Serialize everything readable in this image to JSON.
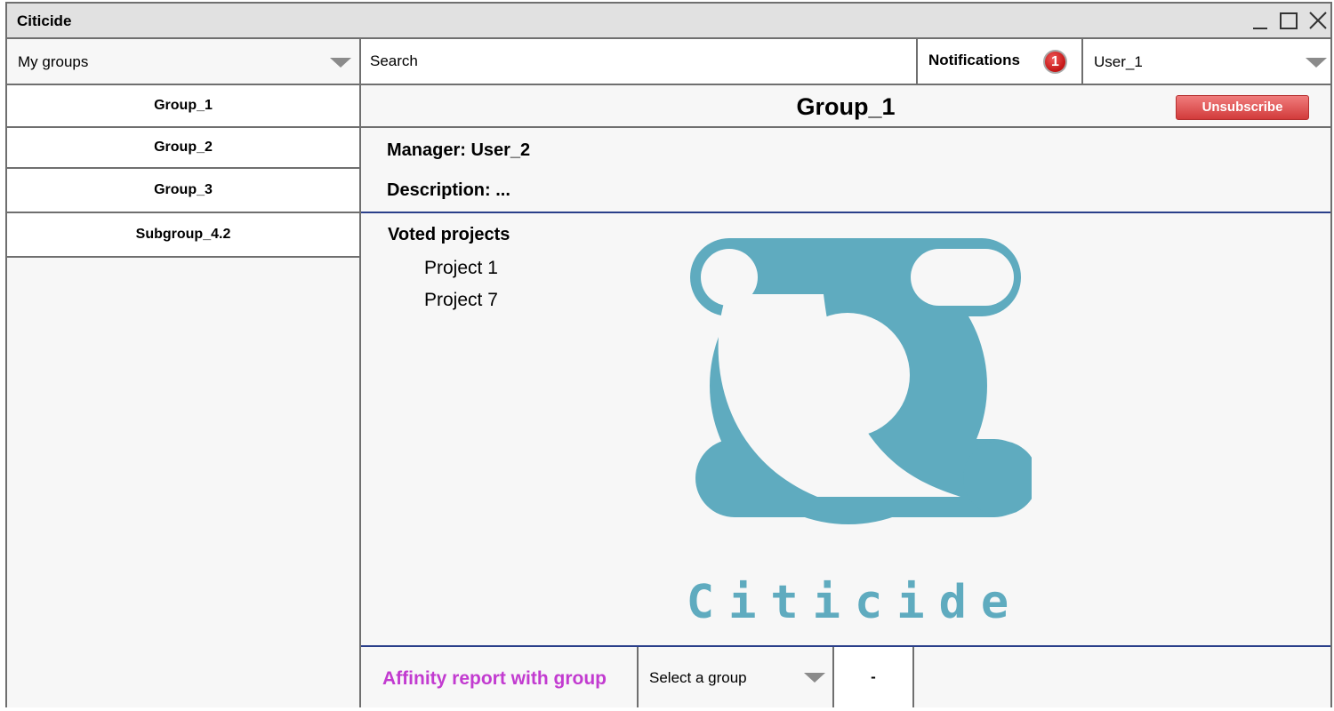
{
  "window": {
    "title": "Citicide"
  },
  "topbar": {
    "groups_dropdown_label": "My groups",
    "search_placeholder": "Search",
    "notifications_label": "Notifications",
    "notifications_count": "1",
    "user_dropdown_label": "User_1"
  },
  "sidebar": {
    "items": [
      {
        "label": "Group_1"
      },
      {
        "label": "Group_2"
      },
      {
        "label": "Group_3"
      },
      {
        "label": "Subgroup_4.2"
      }
    ]
  },
  "main": {
    "group_title": "Group_1",
    "unsubscribe_label": "Unsubscribe",
    "manager_line": "Manager: User_2",
    "description_line": "Description: ...",
    "voted_title": "Voted projects",
    "projects": [
      "Project 1",
      "Project 7"
    ],
    "logo_text": "Citicide"
  },
  "bottom": {
    "affinity_label": "Affinity report with group",
    "select_group_label": "Select a group",
    "result_value": "-"
  },
  "icons": {
    "minimize": "minimize-icon",
    "maximize": "maximize-icon",
    "close": "close-icon",
    "dropdown": "triangle-down-icon",
    "logo": "citicide-logo"
  },
  "colors": {
    "accent_logo": "#5fabbf",
    "affinity_text": "#c23bd0",
    "unsubscribe_button": "#d23b3b",
    "separator_blue": "#2a3f8a",
    "badge_red": "#c41414"
  }
}
